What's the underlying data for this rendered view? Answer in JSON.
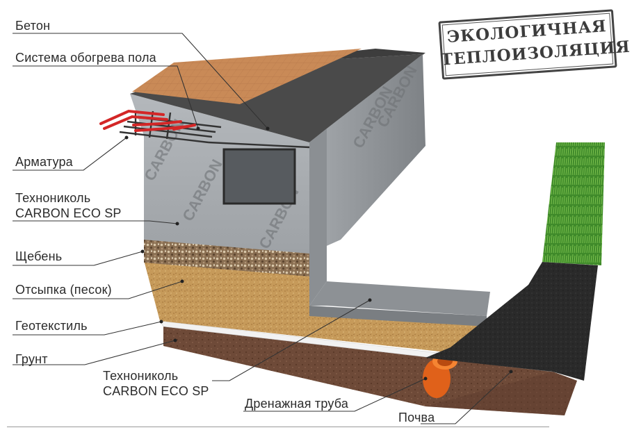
{
  "stamp": {
    "line1": "ЭКОЛОГИЧНАЯ",
    "line2": "ТЕПЛОИЗОЛЯЦИЯ"
  },
  "labels": {
    "concrete": "Бетон",
    "floor_heating": "Система обогрева пола",
    "rebar": "Арматура",
    "insulation_top_1": "Технониколь",
    "insulation_top_2": "CARBON ECO SP",
    "crushed_stone": "Щебень",
    "sand_fill": "Отсыпка (песок)",
    "geotextile": "Геотекстиль",
    "soil": "Грунт",
    "insulation_bottom_1": "Технониколь",
    "insulation_bottom_2": "CARBON ECO SP",
    "drain_pipe": "Дренажная труба",
    "topsoil": "Почва"
  },
  "board_print": "CARBON",
  "colors": {
    "tile": "#c98a57",
    "concrete": "#4a4a4a",
    "insulation": "#8f9397",
    "gravel": "#8c6e4a",
    "sand": "#c69a5a",
    "geotextile": "#f2f2f2",
    "ground": "#6e4a38",
    "topsoil": "#2a2a2a",
    "grass": "#4f9b35",
    "pipe": "#ec6f1c",
    "heating": "#d32626"
  }
}
